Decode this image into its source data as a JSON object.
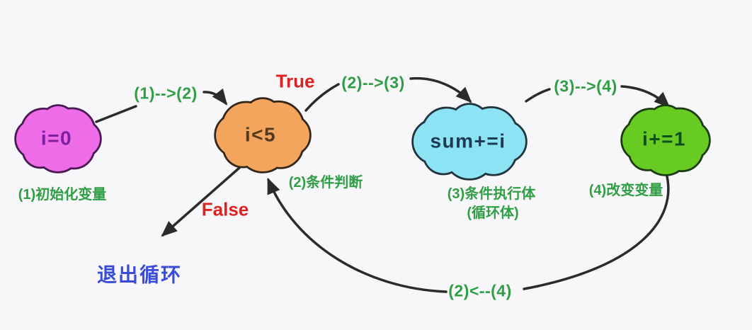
{
  "diagram": {
    "background": "#f7f7f9",
    "arrow_color": "#2b2b2b",
    "edge_label_color": "#2f9e44",
    "branch_label_color": "#dd2222",
    "exit_label_color": "#3a4bd8",
    "nodes": {
      "init": {
        "label": "i=0",
        "caption": "(1)初始化变量",
        "fill": "#ee6ce8",
        "stroke": "#4a1a55",
        "text_color": "#7d1fa0"
      },
      "cond": {
        "label": "i<5",
        "caption": "(2)条件判断",
        "fill": "#f3a55d",
        "stroke": "#33261a",
        "text_color": "#54381c"
      },
      "body": {
        "label": "sum+=i",
        "caption": "(3)条件执行体",
        "caption2": "(循环体)",
        "fill": "#8be3f3",
        "stroke": "#22333d",
        "text_color": "#1c3a52"
      },
      "update": {
        "label": "i+=1",
        "caption": "(4)改变变量",
        "fill": "#67cb22",
        "stroke": "#1d3b12",
        "text_color": "#0f4d1c"
      }
    },
    "edges": {
      "init_to_cond": {
        "label": "(1)-->(2)"
      },
      "cond_to_body": {
        "label": "(2)-->(3)"
      },
      "body_to_update": {
        "label": "(3)-->(4)"
      },
      "update_to_cond": {
        "label": "(2)<--(4)"
      }
    },
    "branches": {
      "true_label": "True",
      "false_label": "False"
    },
    "exit": {
      "label": "退出循环"
    }
  }
}
